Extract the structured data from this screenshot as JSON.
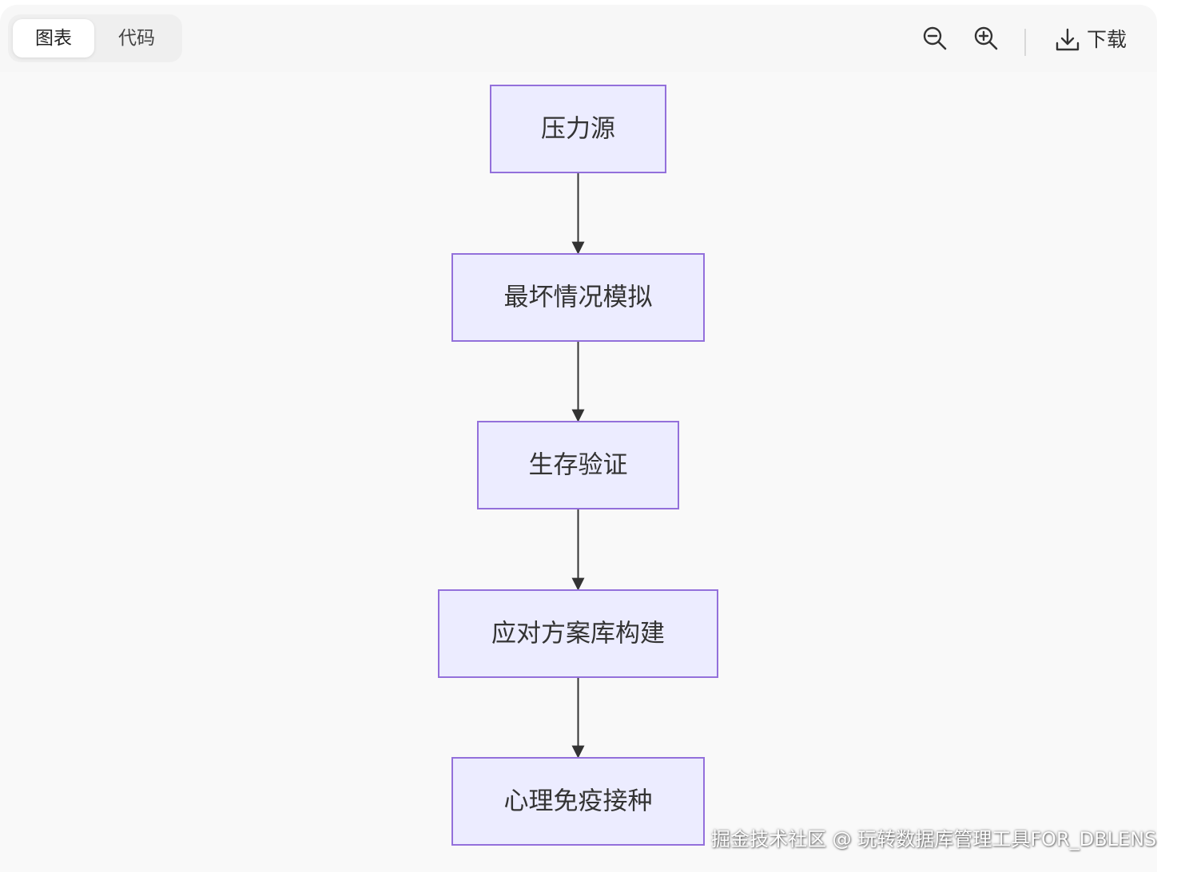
{
  "tabs": [
    {
      "label": "图表",
      "active": true
    },
    {
      "label": "代码",
      "active": false
    }
  ],
  "toolbar": {
    "zoom_out_icon": "zoom-out-icon",
    "zoom_in_icon": "zoom-in-icon",
    "download_icon": "download-icon",
    "download_label": "下载"
  },
  "diagram": {
    "nodes": [
      {
        "id": "n1",
        "label": "压力源"
      },
      {
        "id": "n2",
        "label": "最坏情况模拟"
      },
      {
        "id": "n3",
        "label": "生存验证"
      },
      {
        "id": "n4",
        "label": "应对方案库构建"
      },
      {
        "id": "n5",
        "label": "心理免疫接种"
      }
    ],
    "edges": [
      {
        "from": "n1",
        "to": "n2"
      },
      {
        "from": "n2",
        "to": "n3"
      },
      {
        "from": "n3",
        "to": "n4"
      },
      {
        "from": "n4",
        "to": "n5"
      }
    ],
    "colors": {
      "node_fill": "#ECECFF",
      "node_stroke": "#9370DB",
      "edge": "#333333",
      "text": "#333333"
    }
  },
  "watermark": "掘金技术社区 @ 玩转数据库管理工具FOR_DBLENS"
}
